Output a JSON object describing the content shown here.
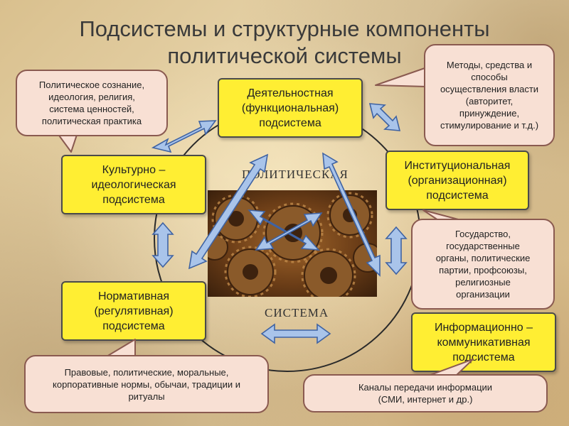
{
  "title": {
    "line1": "Подсистемы и структурные компоненты",
    "line2": "политической системы"
  },
  "center": {
    "top_word": "ПОЛИТИЧЕСКАЯ",
    "bottom_word": "СИСТЕМА"
  },
  "subsystems": {
    "activity": "Деятельностная\n(функциональная)\nподсистема",
    "cultural": "Культурно –\nидеологическая\nподсистема",
    "institutional": "Институциональная\n(организационная)\nподсистема",
    "normative": "Нормативная\n(регулятивная)\nподсистема",
    "informational": "Информационно –\nкоммуникативная\nподсистема"
  },
  "notes": {
    "consciousness": "Политическое сознание,\nидеология, религия,\nсистема ценностей,\nполитическая практика",
    "methods": "Методы, средства и\nспособы\nосуществления власти\n(авторитет,\nпринуждение,\nстимулирование и т.д.)",
    "state": "Государство,\nгосударственные\nорганы, политические\nпартии, профсоюзы,\nрелигиозные\nорганизации",
    "norms": "Правовые, политические, моральные,\nкорпоративные нормы, обычаи, традиции и\nритуалы",
    "channels": "Каналы передачи информации\n(СМИ, интернет и др.)"
  },
  "colors": {
    "subsystem_fill": "#ffee33",
    "note_fill": "#f8e0d4",
    "arrow_fill": "#a9c4ea",
    "arrow_stroke": "#3f63a3"
  }
}
